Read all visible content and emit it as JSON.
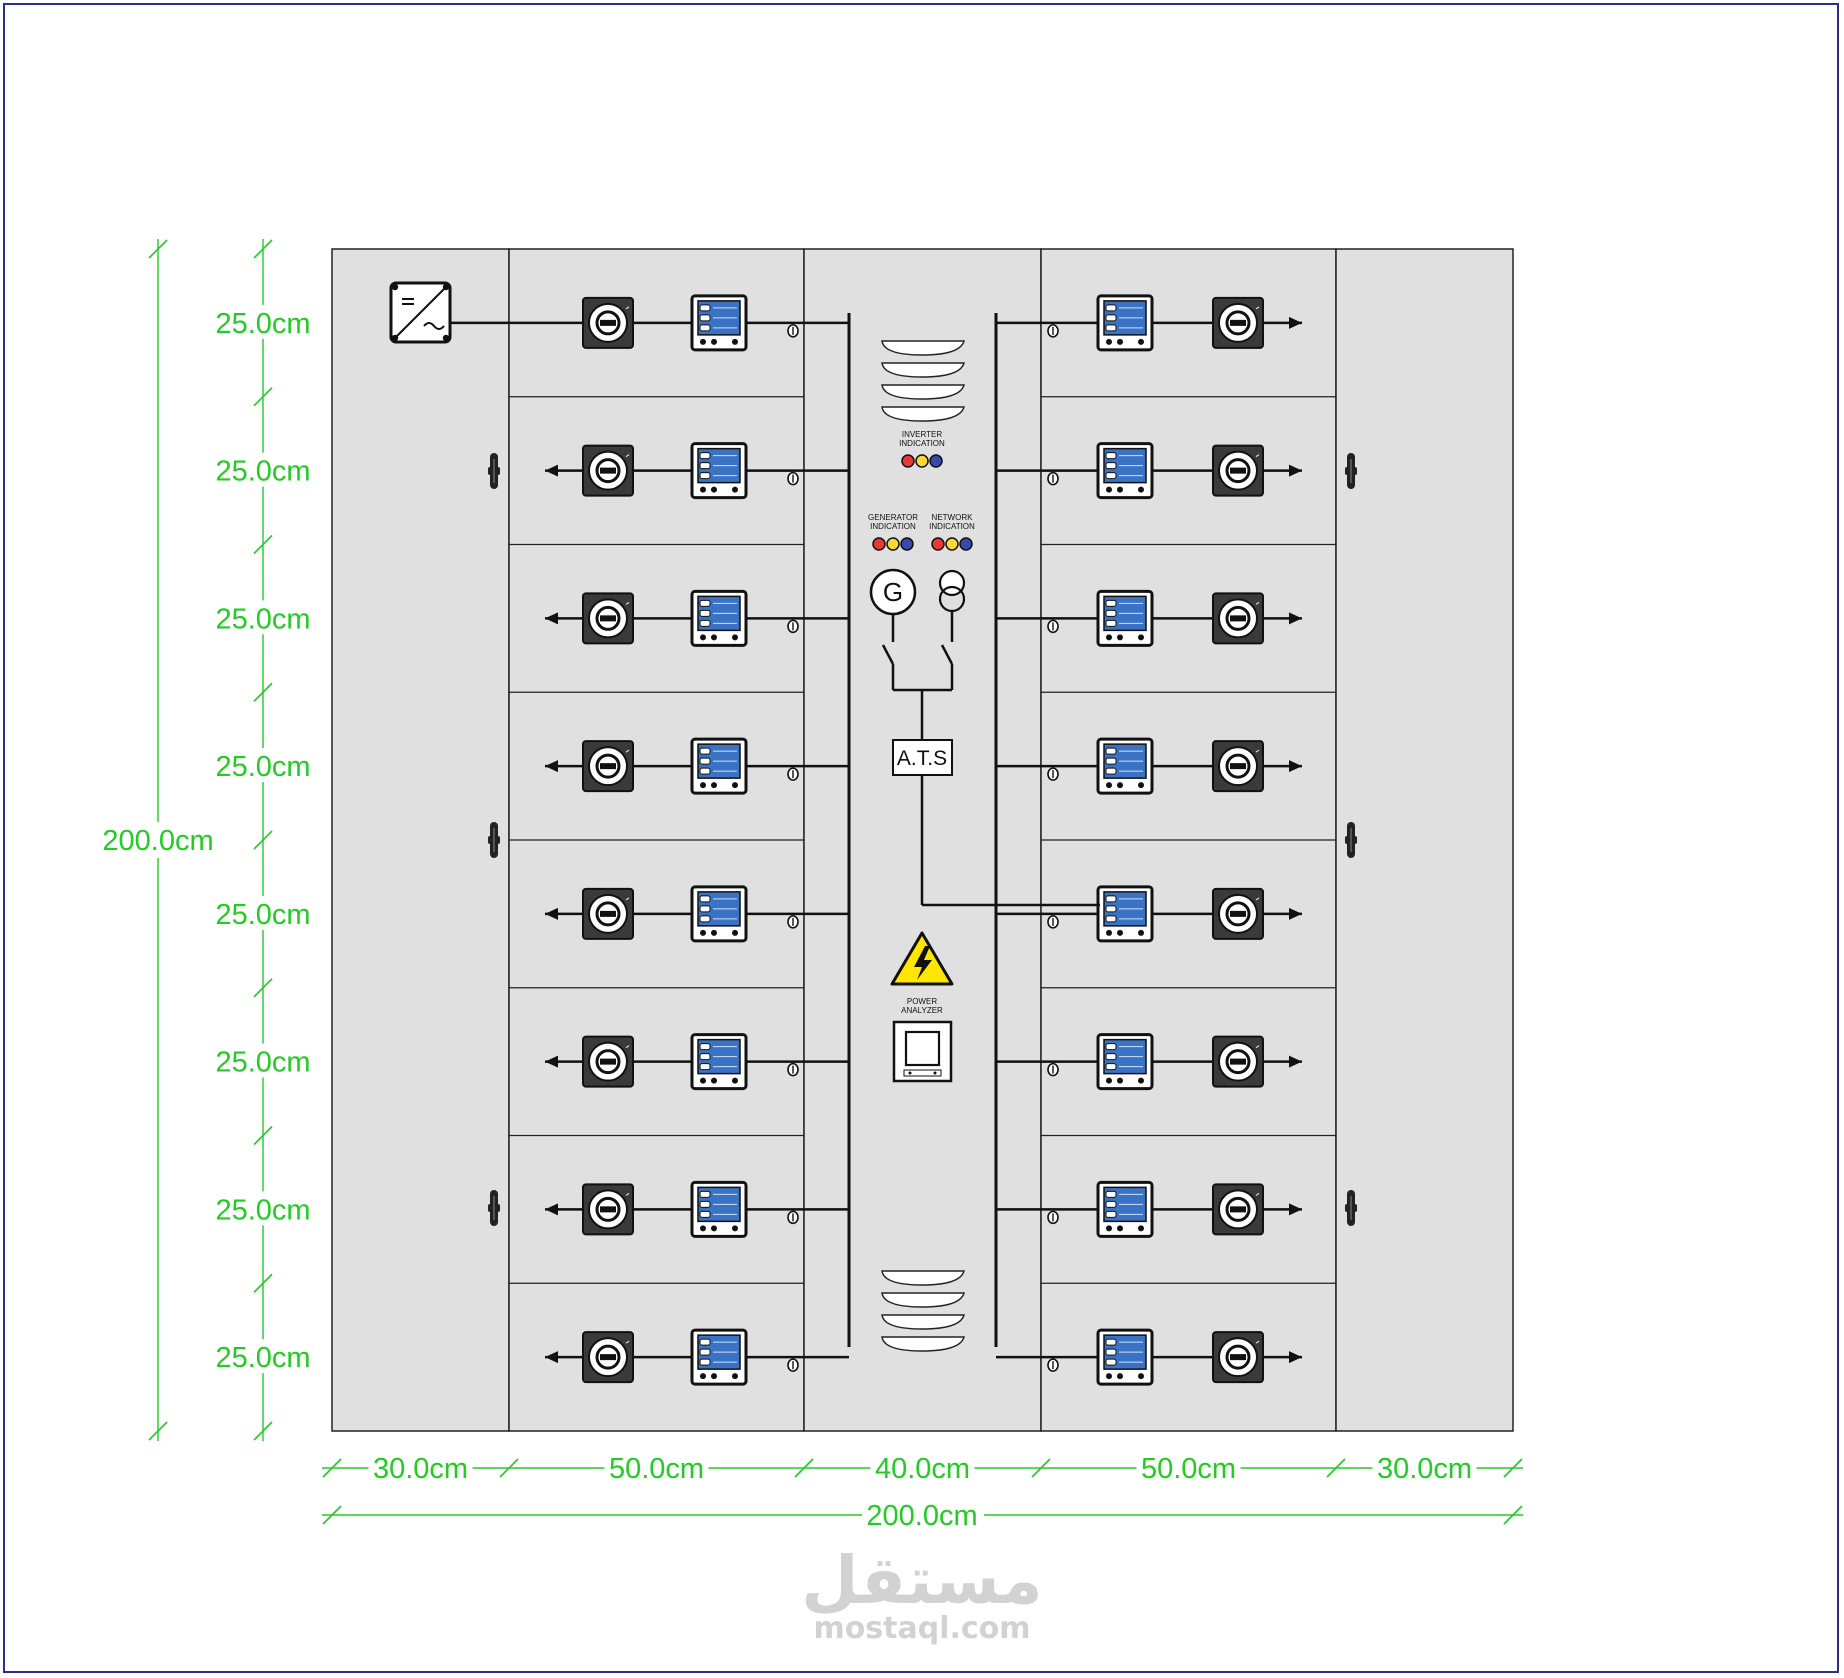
{
  "dimensions": {
    "rows": [
      "25.0cm",
      "25.0cm",
      "25.0cm",
      "25.0cm",
      "25.0cm",
      "25.0cm",
      "25.0cm",
      "25.0cm"
    ],
    "total_height": "200.0cm",
    "columns": [
      "30.0cm",
      "50.0cm",
      "40.0cm",
      "50.0cm",
      "30.0cm"
    ],
    "total_width": "200.0cm"
  },
  "labels": {
    "inverter_indication": [
      "INVERTER",
      "INDICATION"
    ],
    "generator_indication": [
      "GENERATOR",
      "INDICATION"
    ],
    "network_indication": [
      "NETWORK",
      "INDICATION"
    ],
    "ats": "A.T.S",
    "generator_symbol": "G",
    "power_analyzer": [
      "POWER",
      "ANALYZER"
    ]
  },
  "indicator_colors": [
    "#e53935",
    "#fdd835",
    "#3949ab"
  ],
  "colors": {
    "dimension": "#22cc22",
    "panel": "#e0e0e0",
    "frame": "#2b2f8c"
  },
  "watermark": {
    "arabic": "مستقل",
    "latin": "mostaql.com"
  }
}
